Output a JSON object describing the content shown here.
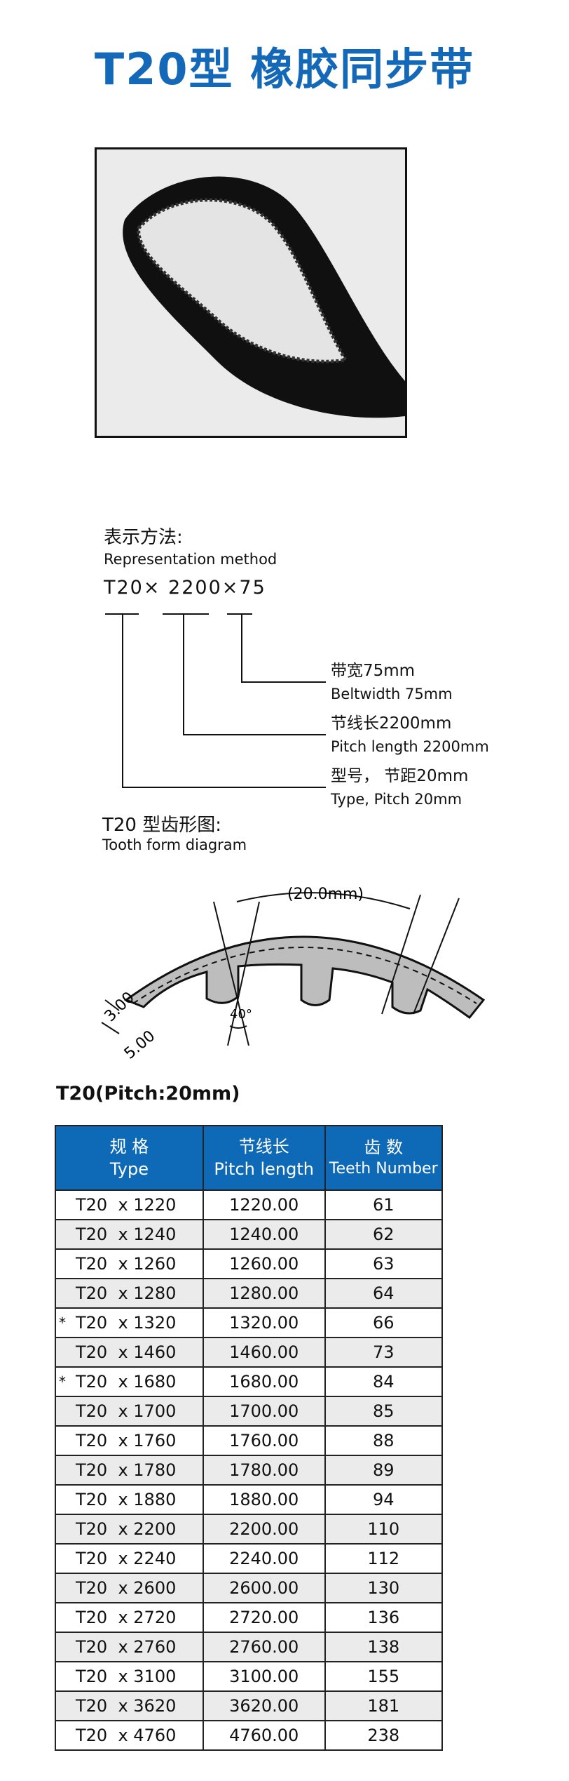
{
  "title": "T20型 橡胶同步带",
  "representation": {
    "label_cn": "表示方法:",
    "label_en": "Representation method",
    "formula": "T20× 2200×75",
    "labels": [
      {
        "cn": "带宽75mm",
        "en": "Beltwidth 75mm"
      },
      {
        "cn": "节线长2200mm",
        "en": "Pitch length 2200mm"
      },
      {
        "cn": "型号， 节距20mm",
        "en": "Type, Pitch 20mm"
      }
    ]
  },
  "tooth_form": {
    "label_cn": "T20 型齿形图:",
    "label_en": "Tooth form diagram",
    "pitch": "(20.0mm)",
    "dim_a": "3.00",
    "dim_b": "5.00",
    "angle": "40°"
  },
  "table": {
    "title": "T20(Pitch:20mm)",
    "headers": [
      {
        "cn": "规 格",
        "en": "Type"
      },
      {
        "cn": "节线长",
        "en": "Pitch length"
      },
      {
        "cn": "齿 数",
        "en": "Teeth Number"
      }
    ],
    "rows": [
      {
        "mark": "",
        "type": "T20  x 1220",
        "length": "1220.00",
        "teeth": "61"
      },
      {
        "mark": "",
        "type": "T20  x 1240",
        "length": "1240.00",
        "teeth": "62"
      },
      {
        "mark": "",
        "type": "T20  x 1260",
        "length": "1260.00",
        "teeth": "63"
      },
      {
        "mark": "",
        "type": "T20  x 1280",
        "length": "1280.00",
        "teeth": "64"
      },
      {
        "mark": "*",
        "type": "T20  x 1320",
        "length": "1320.00",
        "teeth": "66"
      },
      {
        "mark": "",
        "type": "T20  x 1460",
        "length": "1460.00",
        "teeth": "73"
      },
      {
        "mark": "*",
        "type": "T20  x 1680",
        "length": "1680.00",
        "teeth": "84"
      },
      {
        "mark": "",
        "type": "T20  x 1700",
        "length": "1700.00",
        "teeth": "85"
      },
      {
        "mark": "",
        "type": "T20  x 1760",
        "length": "1760.00",
        "teeth": "88"
      },
      {
        "mark": "",
        "type": "T20  x 1780",
        "length": "1780.00",
        "teeth": "89"
      },
      {
        "mark": "",
        "type": "T20  x 1880",
        "length": "1880.00",
        "teeth": "94"
      },
      {
        "mark": "",
        "type": "T20  x 2200",
        "length": "2200.00",
        "teeth": "110"
      },
      {
        "mark": "",
        "type": "T20  x 2240",
        "length": "2240.00",
        "teeth": "112"
      },
      {
        "mark": "",
        "type": "T20  x 2600",
        "length": "2600.00",
        "teeth": "130"
      },
      {
        "mark": "",
        "type": "T20  x 2720",
        "length": "2720.00",
        "teeth": "136"
      },
      {
        "mark": "",
        "type": "T20  x 2760",
        "length": "2760.00",
        "teeth": "138"
      },
      {
        "mark": "",
        "type": "T20  x 3100",
        "length": "3100.00",
        "teeth": "155"
      },
      {
        "mark": "",
        "type": "T20  x 3620",
        "length": "3620.00",
        "teeth": "181"
      },
      {
        "mark": "",
        "type": "T20  x 4760",
        "length": "4760.00",
        "teeth": "238"
      }
    ]
  },
  "colors": {
    "accent": "#1468b8",
    "header_bg": "#0e6ab6",
    "alt_row": "#ebebeb"
  }
}
